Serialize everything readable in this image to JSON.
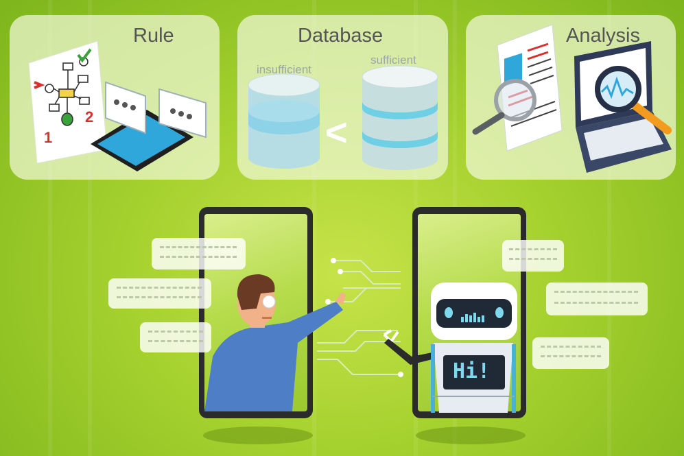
{
  "panels": {
    "rule": {
      "title": "Rule",
      "flow_numbers": [
        "1",
        "2"
      ]
    },
    "database": {
      "title": "Database",
      "left_label": "insufficient",
      "right_label": "sufficient",
      "comparison": "<"
    },
    "analysis": {
      "title": "Analysis"
    }
  },
  "robot": {
    "screen_text": "Hi!"
  },
  "colors": {
    "background": "#a5d12e",
    "accent_red": "#d9302c",
    "robot_screen": "#7fd9ee",
    "person_shirt": "#4e7fc6"
  }
}
